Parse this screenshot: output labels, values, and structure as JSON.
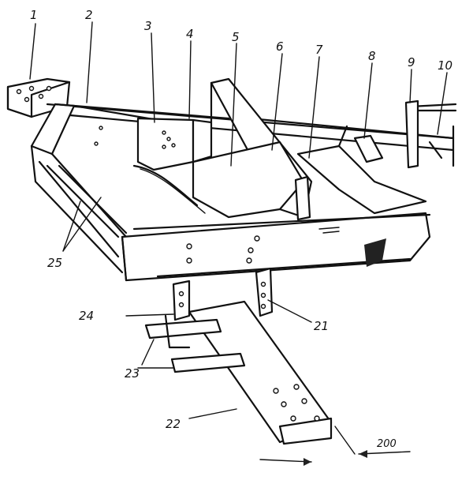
{
  "callouts": [
    {
      "label": "1"
    },
    {
      "label": "2"
    },
    {
      "label": "3"
    },
    {
      "label": "4"
    },
    {
      "label": "5"
    },
    {
      "label": "6"
    },
    {
      "label": "7"
    },
    {
      "label": "8"
    },
    {
      "label": "9"
    },
    {
      "label": "10"
    },
    {
      "label": "21"
    },
    {
      "label": "22"
    },
    {
      "label": "23"
    },
    {
      "label": "24"
    },
    {
      "label": "25"
    }
  ],
  "dimension": {
    "value": "200"
  }
}
